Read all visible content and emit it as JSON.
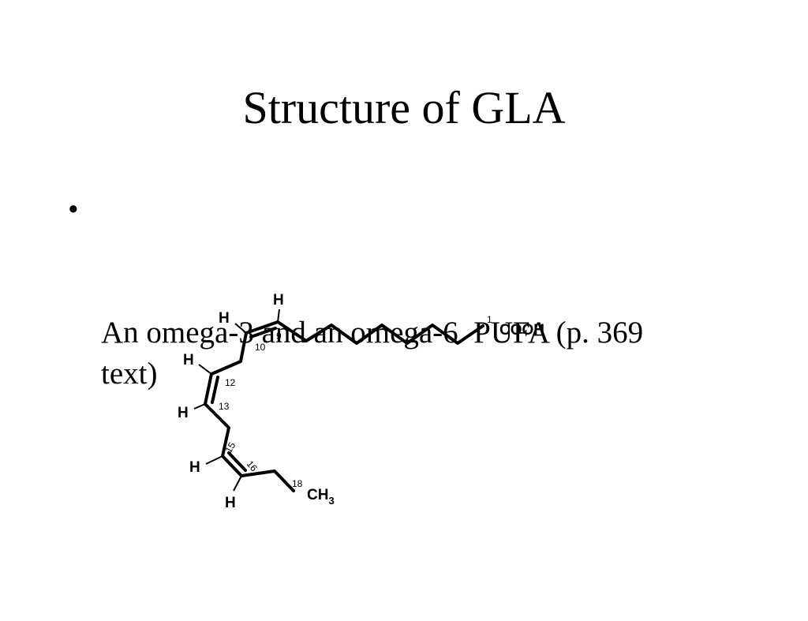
{
  "slide": {
    "title": "Structure of GLA",
    "bullets": [
      {
        "marker": "•",
        "text": "An omega-3 and an omega-6  PUFA (p. 369 text)"
      }
    ]
  },
  "structure": {
    "groups": {
      "carboxyl": "COOH",
      "methyl_c": "CH",
      "methyl_sub": "3"
    },
    "hydrogen": "H",
    "carbon_numbers": {
      "c1": "1",
      "c9": "9",
      "c10": "10",
      "c12": "12",
      "c13": "13",
      "c15": "15",
      "c16": "16",
      "c18": "18"
    }
  }
}
